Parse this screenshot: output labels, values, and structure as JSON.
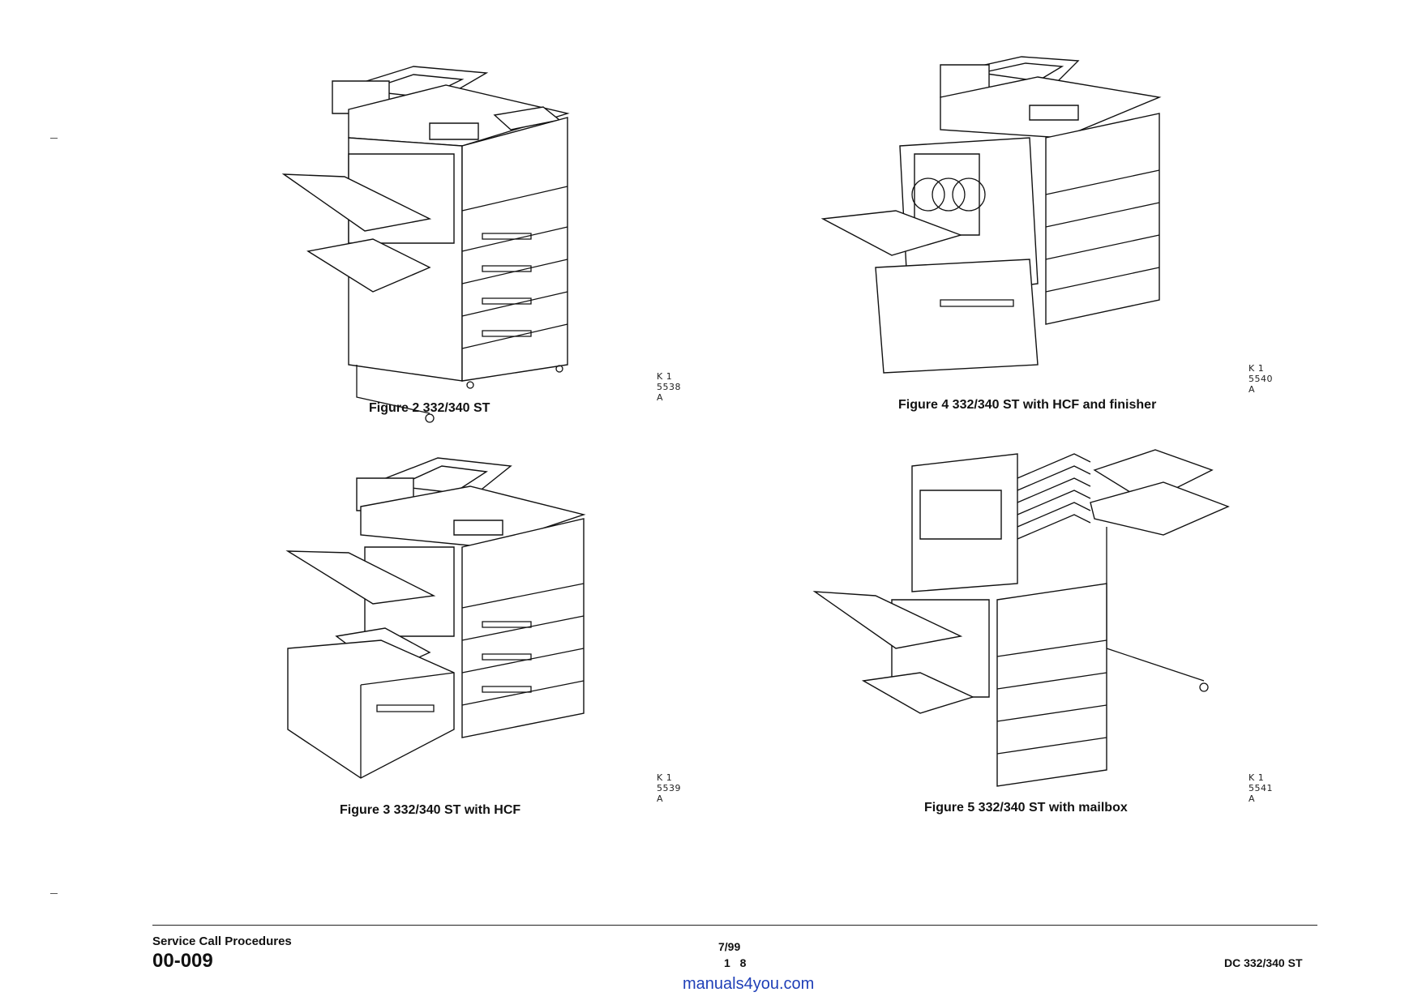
{
  "figures": [
    {
      "caption": "Figure 2 332/340 ST",
      "code": "K 1 5538 A",
      "illustration": "copier-with-side-trays"
    },
    {
      "caption": "Figure 4 332/340 ST with HCF and finisher",
      "code": "K 1 5540 A",
      "illustration": "copier-with-hcf-and-finisher"
    },
    {
      "caption": "Figure 3 332/340 ST with HCF",
      "code": "K 1 5539 A",
      "illustration": "copier-with-hcf"
    },
    {
      "caption": "Figure 5 332/340 ST with mailbox",
      "code": "K 1 5541 A",
      "illustration": "copier-with-mailbox"
    }
  ],
  "footer": {
    "section": "Service Call Procedures",
    "procedure_code": "00-009",
    "date": "7/99",
    "page": "1 8",
    "model": "DC 332/340 ST",
    "link": "manuals4you.com"
  }
}
